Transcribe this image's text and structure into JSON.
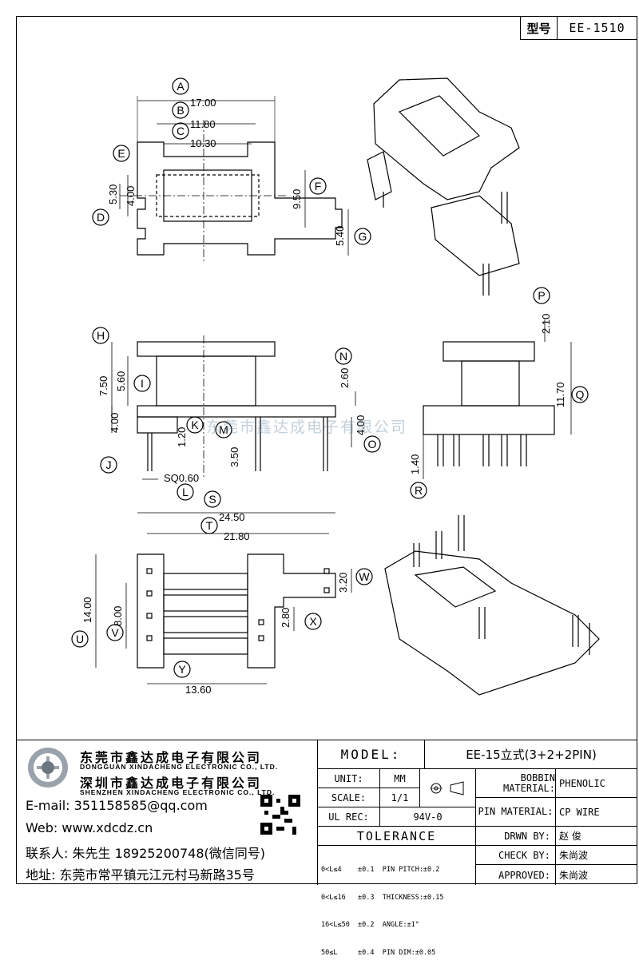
{
  "header": {
    "model_key": "型号",
    "model_value": "EE-1510"
  },
  "dimensions": {
    "A": "17.00",
    "B": "11.80",
    "C": "10.30",
    "E": "5.30",
    "D": "4.00",
    "F": "9.50",
    "G": "5.40",
    "H": "7.50",
    "I": "5.60",
    "N": "2.60",
    "J": "4.00",
    "K": "1.20",
    "M": "3.50",
    "O": "4.00",
    "L": "SQ0.60",
    "P": "2.10",
    "Q": "11.70",
    "R": "1.40",
    "S": "24.50",
    "T": "21.80",
    "U": "14.00",
    "V": "8.00",
    "W": "3.20",
    "X": "2.80",
    "Y": "13.60"
  },
  "letters": [
    "A",
    "B",
    "C",
    "D",
    "E",
    "F",
    "G",
    "H",
    "I",
    "J",
    "K",
    "L",
    "M",
    "N",
    "O",
    "P",
    "Q",
    "R",
    "S",
    "T",
    "U",
    "V",
    "W",
    "X",
    "Y"
  ],
  "watermark": "东莞市鑫达成电子有限公司",
  "company": {
    "cn_name_1": "东莞市鑫达成电子有限公司",
    "en_name_1": "DONGGUAN XINDACHENG ELECTRONIC CO., LTD.",
    "cn_name_2": "深圳市鑫达成电子有限公司",
    "en_name_2": "SHENZHEN XINDACHENG ELECTRONIC CO., LTD.",
    "email": "E-mail: 351158585@qq.com",
    "web": "Web: www.xdcdz.cn",
    "contact": "联系人: 朱先生 18925200748(微信同号)",
    "address": "地址: 东莞市常平镇元江元村马新路35号"
  },
  "spec": {
    "model_label": "MODEL:",
    "model_value": "EE-15立式(3+2+2PIN)",
    "unit_label": "UNIT:",
    "unit_value": "MM",
    "scale_label": "SCALE:",
    "scale_value": "1/1",
    "ulrec_label": "UL REC:",
    "ulrec_value": "94V-0",
    "tolerance_label": "TOLERANCE",
    "tol_1": "0<L≤4    ±0.1  PIN PITCH:±0.2",
    "tol_2": "0<L≤16   ±0.3  THICKNESS:±0.15",
    "tol_3": "16<L≤50  ±0.2  ANGLE:±1°",
    "tol_4": "50≤L     ±0.4  PIN DIM:±0.05",
    "bobbin_label": "BOBBIN MATERIAL:",
    "bobbin_value": "PHENOLIC",
    "pin_label": "PIN MATERIAL:",
    "pin_value": "CP WIRE",
    "drawn_label": "DRWN BY:",
    "drawn_value": "赵 俊",
    "check_label": "CHECK BY:",
    "check_value": "朱尚波",
    "approved_label": "APPROVED:",
    "approved_value": "朱尚波"
  }
}
